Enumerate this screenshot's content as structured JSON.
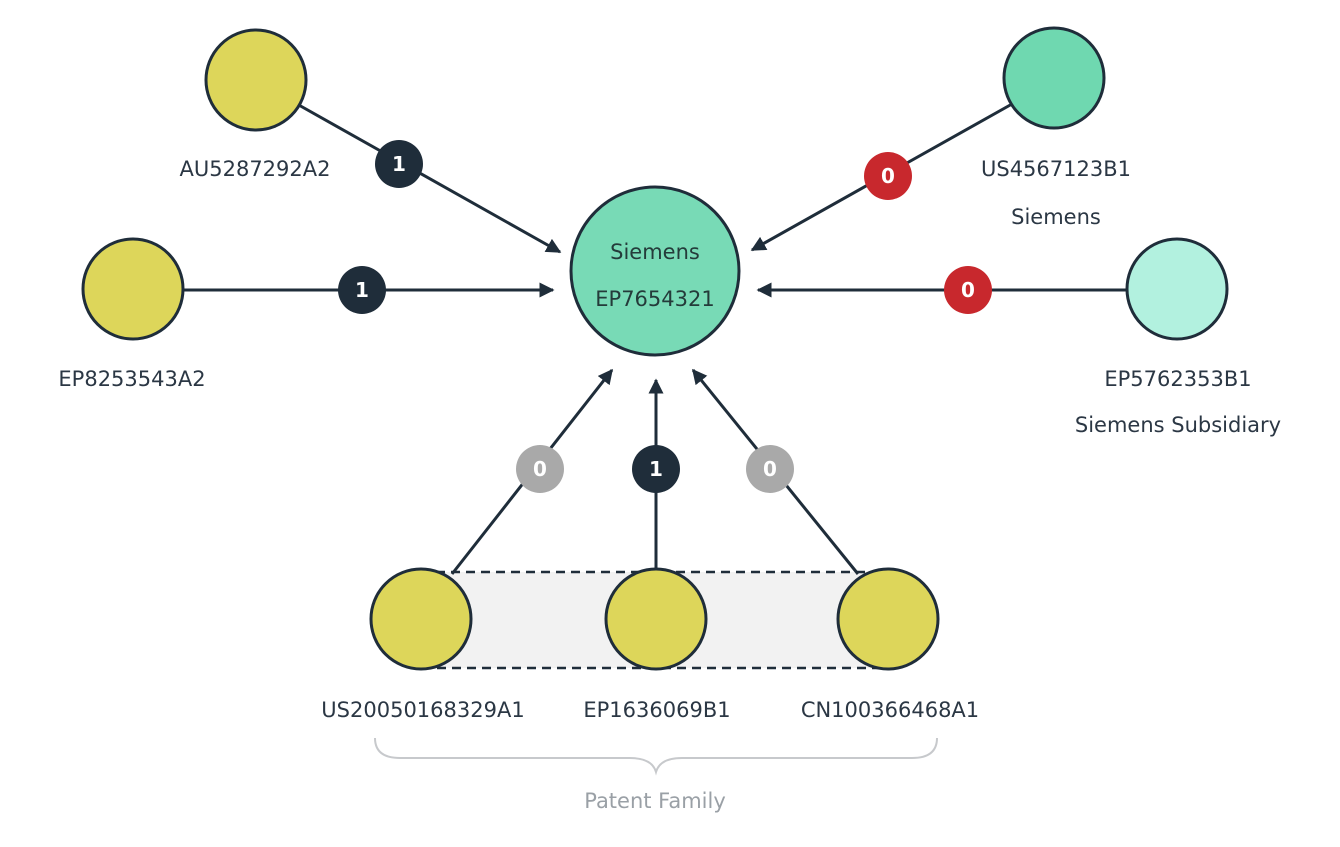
{
  "colors": {
    "edge": "#1f2d3a",
    "node_stroke": "#1f2d3a",
    "center_fill": "#78dab6",
    "yellow_fill": "#ddd65a",
    "teal_fill": "#6fd8b0",
    "light_teal_fill": "#b2f1df",
    "badge_dark": "#1f2d3a",
    "badge_red": "#c8282d",
    "badge_gray": "#a9a9a9",
    "family_box": "#f2f2f2"
  },
  "center": {
    "name": "Siemens",
    "id": "EP7654321"
  },
  "nodes": [
    {
      "key": "au",
      "id": "AU5287292A2",
      "owner": "",
      "fill": "yellow",
      "badge": "1",
      "badge_color": "dark"
    },
    {
      "key": "ep8",
      "id": "EP8253543A2",
      "owner": "",
      "fill": "yellow",
      "badge": "1",
      "badge_color": "dark"
    },
    {
      "key": "us4",
      "id": "US4567123B1",
      "owner": "Siemens",
      "fill": "teal",
      "badge": "0",
      "badge_color": "red"
    },
    {
      "key": "ep5",
      "id": "EP5762353B1",
      "owner": "Siemens Subsidiary",
      "fill": "light_teal",
      "badge": "0",
      "badge_color": "red"
    },
    {
      "key": "us2",
      "id": "US20050168329A1",
      "owner": "",
      "fill": "yellow",
      "badge": "0",
      "badge_color": "gray"
    },
    {
      "key": "ep1",
      "id": "EP1636069B1",
      "owner": "",
      "fill": "yellow",
      "badge": "1",
      "badge_color": "dark"
    },
    {
      "key": "cn",
      "id": "CN100366468A1",
      "owner": "",
      "fill": "yellow",
      "badge": "0",
      "badge_color": "gray"
    }
  ],
  "family_label": "Patent Family"
}
